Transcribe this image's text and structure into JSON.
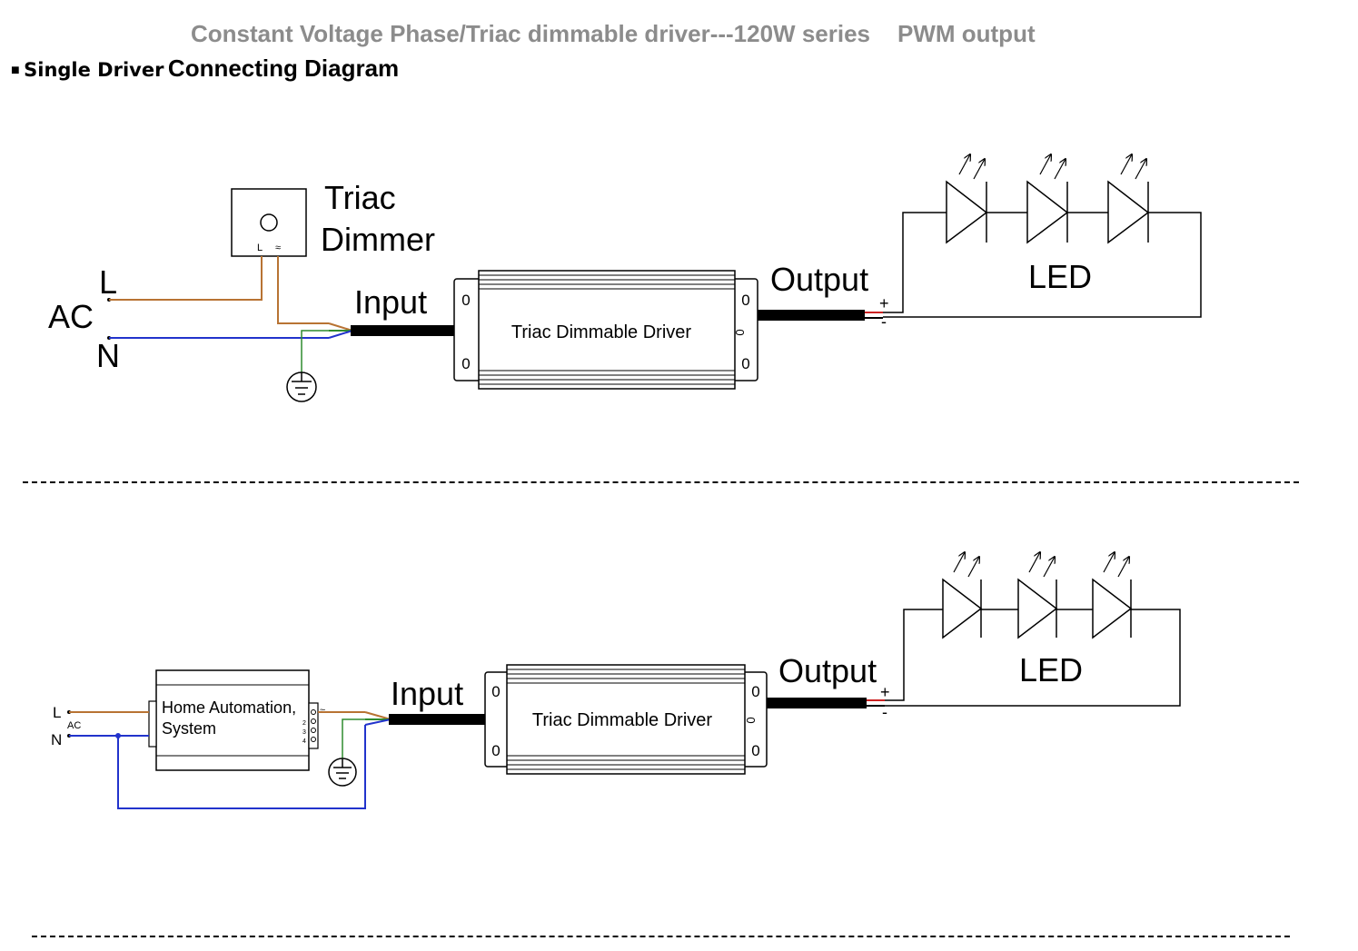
{
  "header": {
    "title": "Constant Voltage Phase/Triac dimmable driver---120W series",
    "pwm": "PWM output"
  },
  "subheader": {
    "bullet": "■",
    "strong": "Single Driver",
    "rest": "Connecting Diagram"
  },
  "diagram1": {
    "dimmer_line1": "Triac",
    "dimmer_line2": "Dimmer",
    "dimmer_terminal_l": "L",
    "dimmer_terminal_dim": "≈",
    "ac": "AC",
    "l": "L",
    "n": "N",
    "input": "Input",
    "output": "Output",
    "driver": "Triac Dimmable Driver",
    "led": "LED",
    "plus": "+",
    "minus": "-",
    "screw": "0"
  },
  "diagram2": {
    "home_line1": "Home Automation,",
    "home_line2": "System",
    "ac": "AC",
    "l": "L",
    "n": "N",
    "t1": "≈",
    "t2": "2",
    "t3": "3",
    "t4": "4",
    "input": "Input",
    "output": "Output",
    "driver": "Triac Dimmable Driver",
    "led": "LED",
    "plus": "+",
    "minus": "-",
    "screw": "0"
  },
  "colors": {
    "brown": "#b87333",
    "blue": "#2233cc",
    "header_gray": "#8c8c8c",
    "green": "#2e8b2e",
    "red": "#cc2222"
  }
}
